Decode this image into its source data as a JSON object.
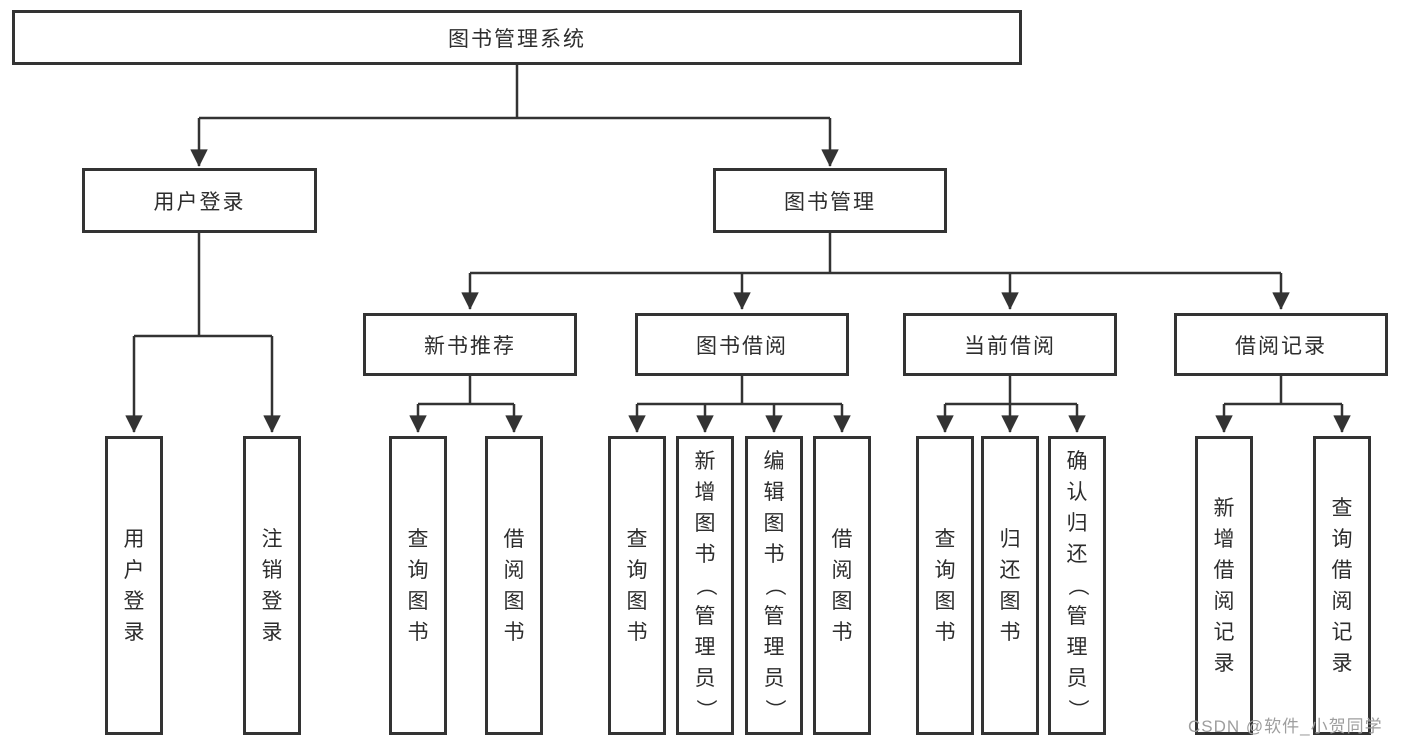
{
  "colors": {
    "line": "#333333",
    "text": "#2d2d2d",
    "watermark": "#9e9e9e",
    "background": "#ffffff"
  },
  "watermark": "CSDN @软件_小贺同学",
  "tree": {
    "root": {
      "label": "图书管理系统",
      "children": [
        {
          "label": "用户登录",
          "children": [
            {
              "label": "用户登录"
            },
            {
              "label": "注销登录"
            }
          ]
        },
        {
          "label": "图书管理",
          "children": [
            {
              "label": "新书推荐",
              "children": [
                {
                  "label": "查询图书"
                },
                {
                  "label": "借阅图书"
                }
              ]
            },
            {
              "label": "图书借阅",
              "children": [
                {
                  "label": "查询图书"
                },
                {
                  "label": "新增图书（管理员）"
                },
                {
                  "label": "编辑图书（管理员）"
                },
                {
                  "label": "借阅图书"
                }
              ]
            },
            {
              "label": "当前借阅",
              "children": [
                {
                  "label": "查询图书"
                },
                {
                  "label": "归还图书"
                },
                {
                  "label": "确认归还（管理员）"
                }
              ]
            },
            {
              "label": "借阅记录",
              "children": [
                {
                  "label": "新增借阅记录"
                },
                {
                  "label": "查询借阅记录"
                }
              ]
            }
          ]
        }
      ]
    }
  }
}
